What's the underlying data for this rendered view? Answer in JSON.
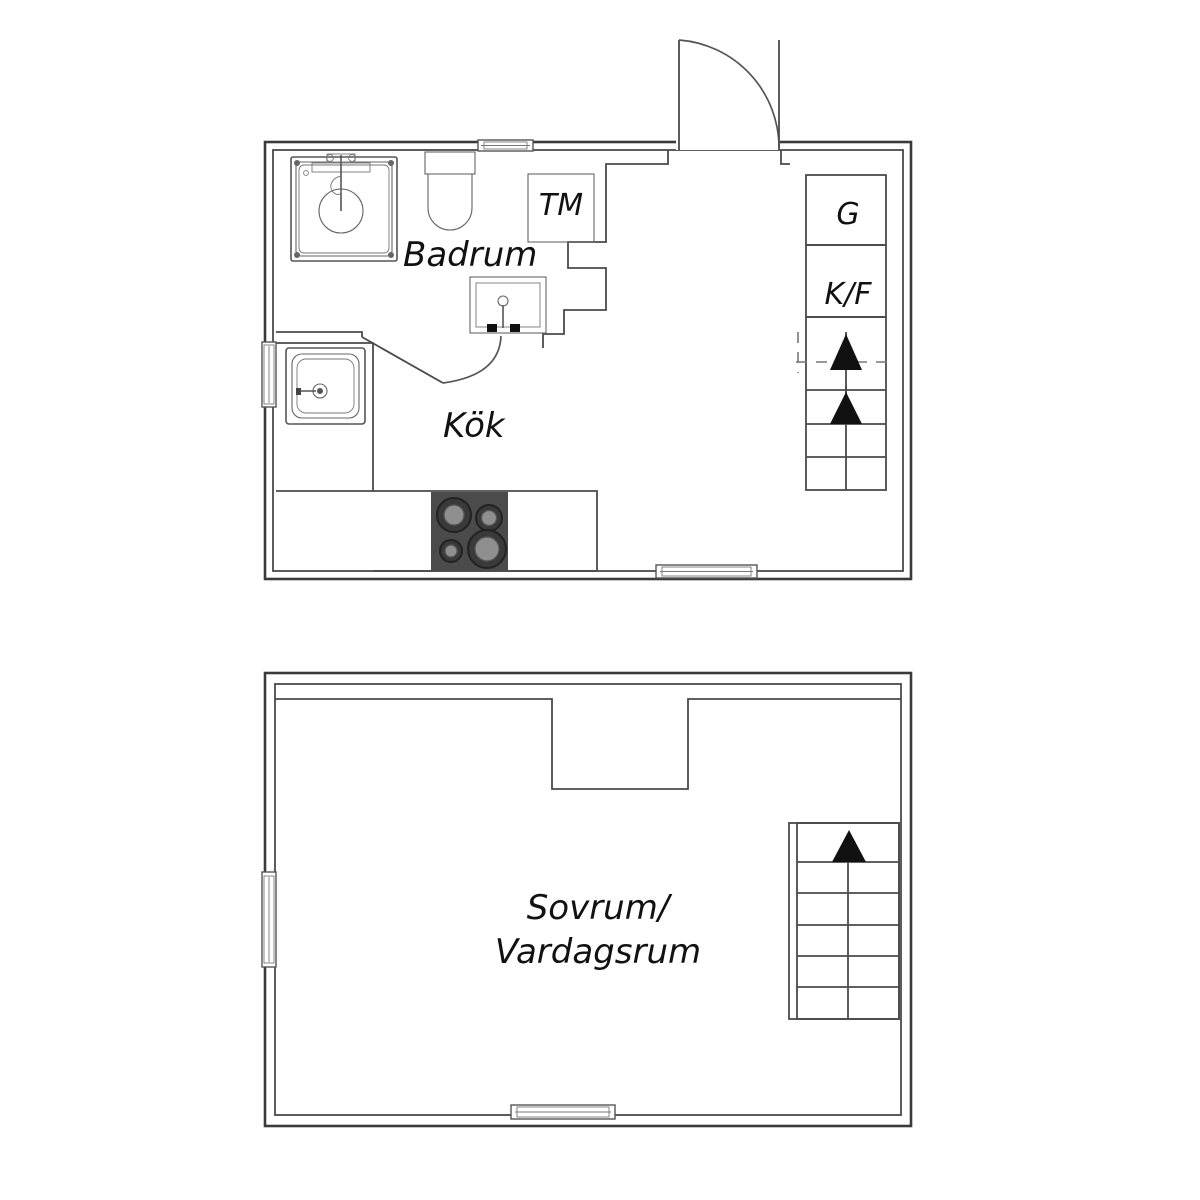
{
  "document": {
    "type": "architectural-floor-plan",
    "language": "sv",
    "plans": [
      {
        "id": "upper-floor",
        "rooms": [
          {
            "key": "badrum",
            "label": "Badrum",
            "meaning": "bathroom"
          },
          {
            "key": "kok",
            "label": "Kök",
            "meaning": "kitchen"
          }
        ],
        "appliance_labels": [
          {
            "key": "tm",
            "label": "TM",
            "meaning": "tvattmaskin / washing machine"
          },
          {
            "key": "g",
            "label": "G",
            "meaning": "garderob / wardrobe"
          },
          {
            "key": "kf",
            "label": "K/F",
            "meaning": "kyl/frys - fridge/freezer"
          }
        ],
        "fixtures": [
          "shower-cabin",
          "toilet",
          "washbasin",
          "kitchen-sink",
          "stove-cooktop-4-burner",
          "counter-run"
        ],
        "openings": [
          {
            "type": "entry-door",
            "position": "top-wall",
            "swing": "outward-right"
          },
          {
            "type": "interior-door",
            "position": "bathroom",
            "swing": "inward-left"
          },
          {
            "type": "window",
            "position": "top-wall"
          },
          {
            "type": "window",
            "position": "left-wall"
          },
          {
            "type": "window",
            "position": "bottom-wall"
          }
        ],
        "stair": {
          "direction": "up",
          "steps_visible": 6,
          "arrows": 2,
          "break_line": true
        }
      },
      {
        "id": "lower-floor",
        "rooms": [
          {
            "key": "sovrum-vardagsrum",
            "label_line1": "Sovrum/",
            "label_line2": "Vardagsrum",
            "meaning": "bedroom / living room"
          }
        ],
        "openings": [
          {
            "type": "window",
            "position": "left-wall"
          },
          {
            "type": "window",
            "position": "bottom-wall"
          }
        ],
        "stair": {
          "direction": "up",
          "steps_visible": 6,
          "arrows": 1
        },
        "features": [
          "ceiling-alcove-recess-top-wall"
        ]
      }
    ]
  },
  "colors": {
    "wall": "#3a3a3a",
    "fixture": "#555555",
    "stove_body": "#4b4b4b",
    "burner_ring": "#3a3a3a",
    "burner_center": "#8f8f8f",
    "arrow": "#111111",
    "background": "#ffffff"
  }
}
